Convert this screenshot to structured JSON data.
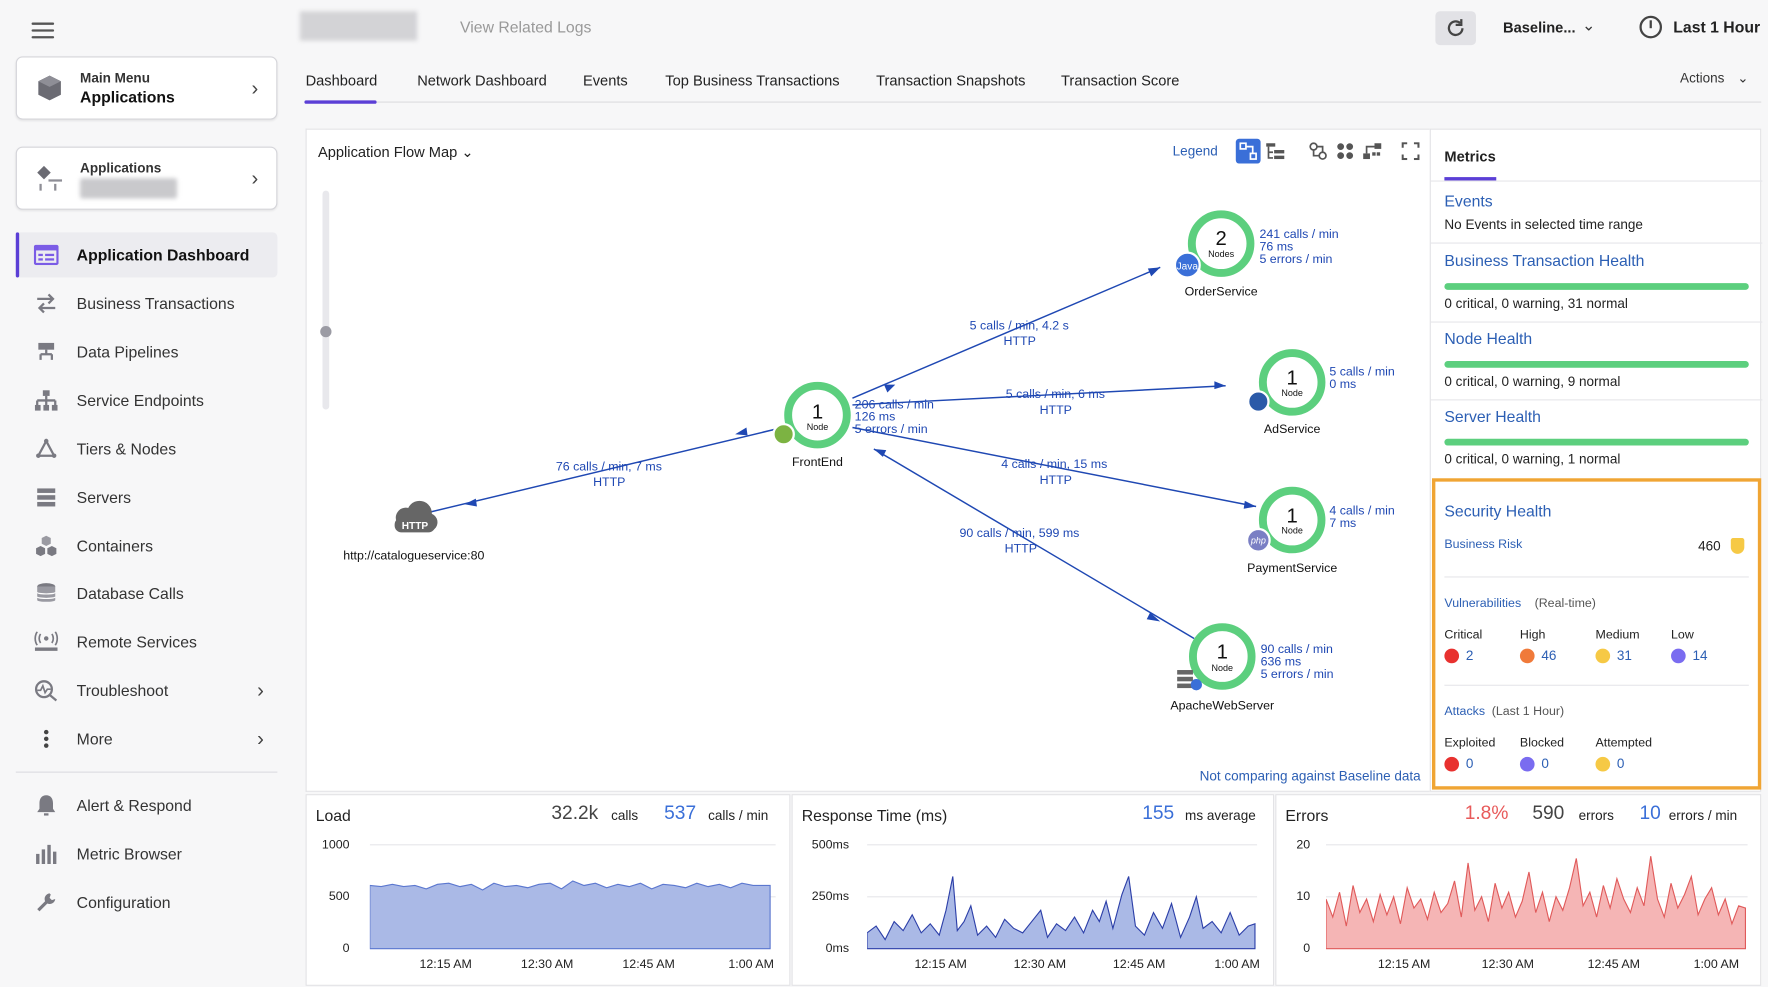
{
  "sidebar": {
    "main_menu": {
      "label": "Main Menu",
      "value": "Applications"
    },
    "applications_card": {
      "label": "Applications"
    },
    "items": [
      {
        "label": "Application Dashboard",
        "icon": "dashboard-icon",
        "active": true
      },
      {
        "label": "Business Transactions",
        "icon": "transactions-icon"
      },
      {
        "label": "Data Pipelines",
        "icon": "pipelines-icon"
      },
      {
        "label": "Service Endpoints",
        "icon": "endpoints-icon"
      },
      {
        "label": "Tiers & Nodes",
        "icon": "tiers-icon"
      },
      {
        "label": "Servers",
        "icon": "servers-icon"
      },
      {
        "label": "Containers",
        "icon": "containers-icon"
      },
      {
        "label": "Database Calls",
        "icon": "database-icon"
      },
      {
        "label": "Remote Services",
        "icon": "remote-services-icon"
      },
      {
        "label": "Troubleshoot",
        "icon": "troubleshoot-icon"
      },
      {
        "label": "More",
        "icon": "more-icon"
      }
    ],
    "bottom_items": [
      {
        "label": "Alert & Respond",
        "icon": "bell-icon"
      },
      {
        "label": "Metric Browser",
        "icon": "bar-chart-icon"
      },
      {
        "label": "Configuration",
        "icon": "wrench-icon"
      }
    ]
  },
  "topbar": {
    "view_related_logs": "View Related Logs",
    "baseline": "Baseline...",
    "time_range": "Last 1 Hour"
  },
  "tabs": [
    "Dashboard",
    "Network Dashboard",
    "Events",
    "Top Business Transactions",
    "Transaction Snapshots",
    "Transaction Score"
  ],
  "actions_label": "Actions",
  "flow_map": {
    "title": "Application Flow Map",
    "legend": "Legend",
    "footer": "Not comparing against Baseline data",
    "nodes": {
      "frontend": {
        "count": "1",
        "unit": "Node",
        "name": "FrontEnd",
        "stats": [
          "206 calls / min",
          "126 ms",
          "5 errors / min"
        ]
      },
      "order": {
        "count": "2",
        "unit": "Nodes",
        "name": "OrderService",
        "badge": "Java",
        "stats": [
          "241 calls / min",
          "76 ms",
          "5 errors / min"
        ]
      },
      "ad": {
        "count": "1",
        "unit": "Node",
        "name": "AdService",
        "stats": [
          "5 calls / min",
          "0 ms"
        ]
      },
      "payment": {
        "count": "1",
        "unit": "Node",
        "name": "PaymentService",
        "badge": "php",
        "stats": [
          "4 calls / min",
          "7 ms"
        ]
      },
      "apache": {
        "count": "1",
        "unit": "Node",
        "name": "ApacheWebServer",
        "stats": [
          "90 calls / min",
          "636 ms",
          "5 errors / min"
        ]
      },
      "http": {
        "badge": "HTTP",
        "name": "http://catalogueservice:80"
      }
    },
    "edges": {
      "to_order": [
        "5 calls / min, 4.2 s",
        "HTTP"
      ],
      "to_ad": [
        "5 calls / min, 6 ms",
        "HTTP"
      ],
      "to_payment": [
        "4 calls / min, 15 ms",
        "HTTP"
      ],
      "apache_to_front": [
        "90 calls / min, 599 ms",
        "HTTP"
      ],
      "to_catalogue": [
        "76 calls / min, 7 ms",
        "HTTP"
      ]
    }
  },
  "metrics": {
    "header": "Metrics",
    "events": {
      "title": "Events",
      "text": "No Events in selected time range"
    },
    "bt_health": {
      "title": "Business Transaction Health",
      "text": "0 critical, 0 warning, 31 normal"
    },
    "node_health": {
      "title": "Node Health",
      "text": "0 critical, 0 warning, 9 normal"
    },
    "server_health": {
      "title": "Server Health",
      "text": "0 critical, 0 warning, 1 normal"
    },
    "security": {
      "title": "Security Health",
      "business_risk_label": "Business Risk",
      "business_risk_value": "460",
      "vuln_label": "Vulnerabilities",
      "vuln_note": "(Real-time)",
      "vulns": [
        {
          "label": "Critical",
          "value": "2",
          "color": "#e8312f"
        },
        {
          "label": "High",
          "value": "46",
          "color": "#f07a3a"
        },
        {
          "label": "Medium",
          "value": "31",
          "color": "#f6c945"
        },
        {
          "label": "Low",
          "value": "14",
          "color": "#7a6cf0"
        }
      ],
      "attacks_label": "Attacks",
      "attacks_note": "(Last 1 Hour)",
      "attacks": [
        {
          "label": "Exploited",
          "value": "0",
          "color": "#e8312f"
        },
        {
          "label": "Blocked",
          "value": "0",
          "color": "#7a6cf0"
        },
        {
          "label": "Attempted",
          "value": "0",
          "color": "#f6c945"
        }
      ]
    }
  },
  "charts": {
    "load": {
      "title": "Load",
      "stat1": "32.2k",
      "unit1": "calls",
      "stat2": "537",
      "unit2": "calls / min",
      "yticks": [
        "1000",
        "500",
        "0"
      ],
      "xticks": [
        "12:15 AM",
        "12:30 AM",
        "12:45 AM",
        "1:00 AM"
      ]
    },
    "response": {
      "title": "Response Time (ms)",
      "stat1": "155",
      "unit1": "ms average",
      "yticks": [
        "500ms",
        "250ms",
        "0ms"
      ],
      "xticks": [
        "12:15 AM",
        "12:30 AM",
        "12:45 AM",
        "1:00 AM"
      ]
    },
    "errors": {
      "title": "Errors",
      "stat1": "1.8%",
      "stat2": "590",
      "unit2": "errors",
      "stat3": "10",
      "unit3": "errors / min",
      "yticks": [
        "20",
        "10",
        "0"
      ],
      "xticks": [
        "12:15 AM",
        "12:30 AM",
        "12:45 AM",
        "1:00 AM"
      ]
    }
  },
  "colors": {
    "accent": "#5b3fd6",
    "link": "#2c5fb4",
    "node_ring": "#5ccf7e",
    "highlight": "#f0a534"
  }
}
